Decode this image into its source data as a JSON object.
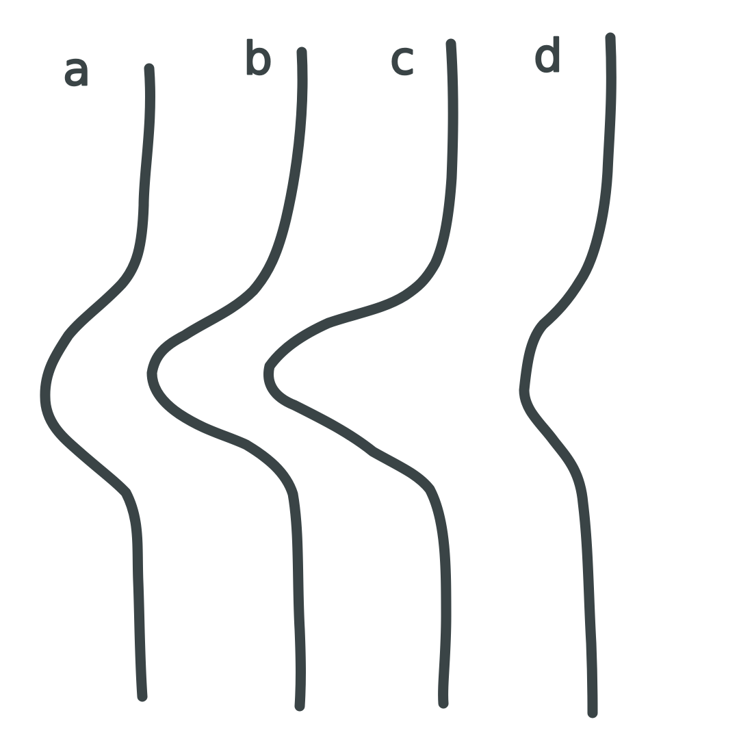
{
  "canvas": {
    "background": "#ffffff",
    "stroke_color": "#3a4446"
  },
  "curves": [
    {
      "label": "a"
    },
    {
      "label": "b"
    },
    {
      "label": "c"
    },
    {
      "label": "d"
    }
  ]
}
